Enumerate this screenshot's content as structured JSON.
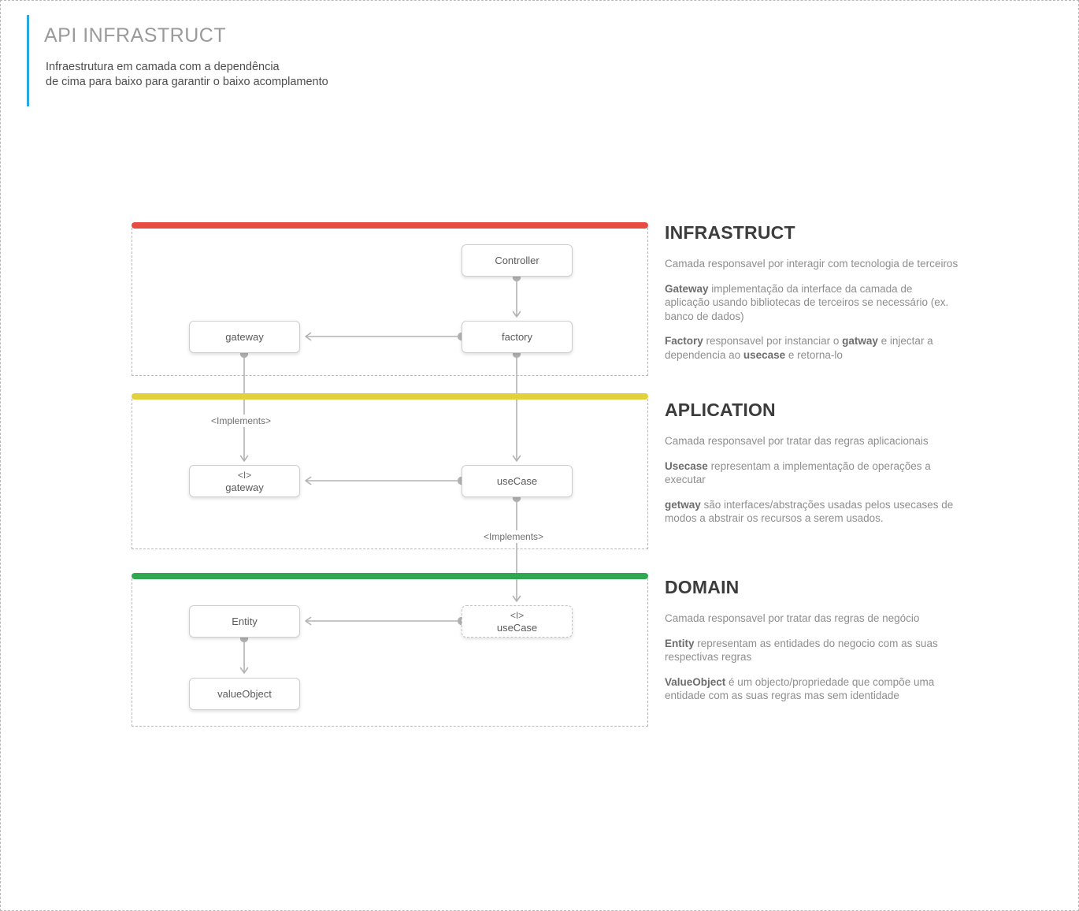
{
  "header": {
    "title": "API INFRASTRUCT",
    "subtitle": "Infraestrutura em camada com a dependência\nde cima para baixo para garantir o baixo acomplamento",
    "accent_color": "#29a8e0"
  },
  "layers": [
    {
      "key": "infrastruct",
      "bar_color": "#e74c43",
      "heading": "INFRASTRUCT",
      "lead": "Camada responsavel por interagir com tecnologia de terceiros",
      "items": [
        {
          "term": "Gateway",
          "text": " implementação da interface da camada de aplicação usando bibliotecas de terceiros se necessário (ex. banco de dados)"
        },
        {
          "term": "Factory",
          "text": " responsavel por instanciar o ",
          "term2": "gatway",
          "text2": " e injectar a dependencia ao ",
          "term3": "usecase",
          "text3": " e retorna-lo"
        }
      ],
      "nodes": [
        {
          "name": "controller",
          "label": "Controller"
        },
        {
          "name": "factory",
          "label": "factory"
        },
        {
          "name": "gateway",
          "label": "gateway"
        }
      ]
    },
    {
      "key": "aplication",
      "bar_color": "#e3d13c",
      "heading": "APLICATION",
      "lead": "Camada responsavel por tratar das regras aplicacionais",
      "items": [
        {
          "term": "Usecase",
          "text": " representam a implementação de operações a executar"
        },
        {
          "term": "getway",
          "text": " são interfaces/abstrações usadas pelos usecases de modos a abstrair os recursos a serem usados."
        }
      ],
      "nodes": [
        {
          "name": "gateway-interface",
          "stereotype": "<I>",
          "label": "gateway"
        },
        {
          "name": "usecase",
          "label": "useCase"
        }
      ]
    },
    {
      "key": "domain",
      "bar_color": "#2fa84f",
      "heading": "DOMAIN",
      "lead": "Camada responsavel por tratar das regras de negócio",
      "items": [
        {
          "term": "Entity",
          "text": " representam as entidades do negocio com as suas respectivas regras"
        },
        {
          "term": "ValueObject",
          "text": " é um objecto/propriedade que compõe uma entidade com as suas regras mas sem identidade"
        }
      ],
      "nodes": [
        {
          "name": "entity",
          "label": "Entity"
        },
        {
          "name": "valueobject",
          "label": "valueObject"
        },
        {
          "name": "usecase-interface",
          "stereotype": "<I>",
          "label": "useCase"
        }
      ]
    }
  ],
  "edge_labels": {
    "implements_gateway": "<Implements>",
    "implements_usecase": "<Implements>"
  },
  "connector_color": "#b3b3b3"
}
